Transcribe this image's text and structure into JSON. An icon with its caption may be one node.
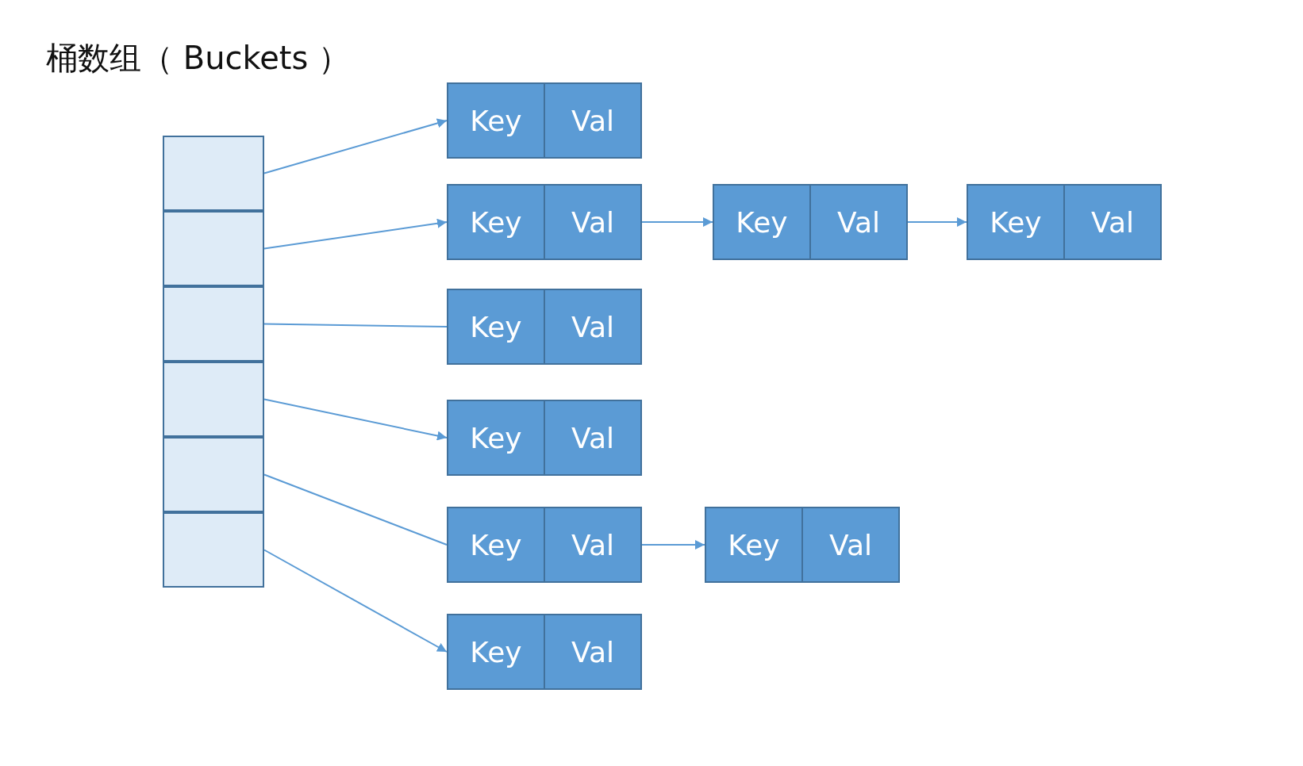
{
  "diagram": {
    "title": "桶数组（ Buckets ）",
    "nodes": [
      {
        "text": [],
        "shape": "box"
      },
      {
        "text": [],
        "shape": "box",
        "in": 0
      },
      {
        "text": [],
        "shape": "box",
        "in": 0
      },
      {
        "text": [],
        "shape": "box",
        "in": 0
      },
      {
        "text": [],
        "shape": "box",
        "in": 0
      },
      {
        "text": [],
        "shape": "box",
        "in": 0
      },
      {
        "text": [],
        "shape": "box",
        "in": 0
      },
      {
        "text": [
          "Key",
          "Val"
        ]
      },
      {
        "text": [
          "Key",
          "Val"
        ]
      },
      {
        "text": [
          "Key",
          "Val"
        ]
      },
      {
        "text": [
          "Key",
          "Val"
        ]
      },
      {
        "text": [
          "Key",
          "Val"
        ]
      },
      {
        "text": [
          "Key",
          "Val"
        ]
      },
      {
        "text": [
          "Key",
          "Val"
        ]
      },
      {
        "text": [
          "Key",
          "Val"
        ]
      },
      {
        "text": [
          "Key",
          "Val"
        ]
      }
    ],
    "edges": [
      {
        "from": 1,
        "to": 7,
        "arrow": "to"
      },
      {
        "from": 2,
        "to": 8,
        "arrow": "to"
      },
      {
        "from": 8,
        "to": 9,
        "arrow": "to"
      },
      {
        "from": 9,
        "to": 10,
        "arrow": "to"
      },
      {
        "from": 3,
        "to": 11,
        "arrow": "none"
      },
      {
        "from": 4,
        "to": 12,
        "arrow": "to"
      },
      {
        "from": 5,
        "to": 13,
        "arrow": "none"
      },
      {
        "from": 13,
        "to": 14,
        "arrow": "to"
      },
      {
        "from": 6,
        "to": 15,
        "arrow": "to"
      }
    ]
  }
}
